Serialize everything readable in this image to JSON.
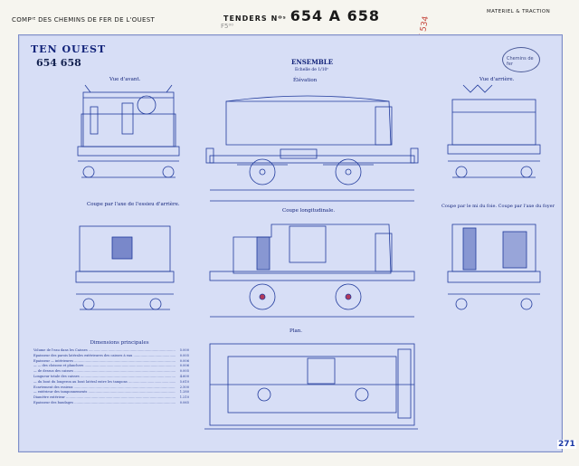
{
  "header": {
    "company": "COMPᴵᴱ DES CHEMINS DE FER DE L'OUEST",
    "tenders_prefix": "TENDERS",
    "tenders_no": "Nᴼˢ",
    "tenders_main": "654 A 658",
    "material_ref": "MATERIEL & TRACTION",
    "pencil_note": "F5⁰⁰",
    "red_note": "F 534",
    "page_number": "271"
  },
  "title": {
    "railway": "TEN OUEST",
    "numbers": "654  658"
  },
  "stamp": {
    "text": "Chemins de fer"
  },
  "views": {
    "ensemble": "ENSEMBLE",
    "echelle": "Echelle de 1/10ᵉ",
    "elevation": "Élévation",
    "vue_avant": "Vue d'avant.",
    "vue_arriere": "Vue d'arrière.",
    "coupe_arriere": "Coupe par l'axe de l'essieu d'arrière.",
    "coupe_longitudinale": "Coupe longitudinale.",
    "coupe_avant": "Coupe par le mi du foie.   Coupe par l'axe du foyer",
    "plan": "Plan."
  },
  "dimensions": {
    "title": "Dimensions principales",
    "rows": [
      {
        "label": "Volume de l'eau dans les Caisses",
        "value": "5.000"
      },
      {
        "label": "Épaisseur des parois latérales extérieures des caisses à eau",
        "value": "0.005"
      },
      {
        "label": "Épaisseur  —  intérieures",
        "value": "0.006"
      },
      {
        "label": "—  —  des cloisons et planchers",
        "value": "0.006"
      },
      {
        "label": "—  de dessus des caisses",
        "value": "0.005"
      },
      {
        "label": "Longueur totale des caisses",
        "value": "4.600"
      },
      {
        "label": "—  du bout du longeron au bout latéral entre les tampons",
        "value": "5.610"
      },
      {
        "label": "Écartement des essieux",
        "value": "2.500"
      },
      {
        "label": "—  extérieur des tamponnements",
        "value": "1.280"
      },
      {
        "label": "Diamètre extérieur",
        "value": "1.210"
      },
      {
        "label": "Épaisseur des bandages",
        "value": "0.065"
      }
    ]
  }
}
